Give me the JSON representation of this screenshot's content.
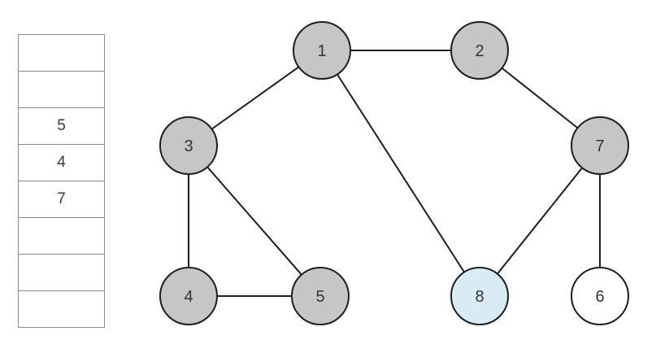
{
  "stack": {
    "cells": [
      "",
      "",
      "5",
      "4",
      "7",
      "",
      "",
      ""
    ]
  },
  "graph": {
    "nodes": [
      {
        "id": "n1",
        "label": "1",
        "state": "visited"
      },
      {
        "id": "n2",
        "label": "2",
        "state": "visited"
      },
      {
        "id": "n3",
        "label": "3",
        "state": "visited"
      },
      {
        "id": "n4",
        "label": "4",
        "state": "visited"
      },
      {
        "id": "n5",
        "label": "5",
        "state": "visited"
      },
      {
        "id": "n7",
        "label": "7",
        "state": "visited"
      },
      {
        "id": "n8",
        "label": "8",
        "state": "current"
      },
      {
        "id": "n6",
        "label": "6",
        "state": "unvisited"
      }
    ],
    "edges": [
      [
        "1",
        "2"
      ],
      [
        "1",
        "3"
      ],
      [
        "1",
        "8"
      ],
      [
        "2",
        "7"
      ],
      [
        "3",
        "4"
      ],
      [
        "3",
        "5"
      ],
      [
        "4",
        "5"
      ],
      [
        "7",
        "8"
      ],
      [
        "7",
        "6"
      ]
    ]
  },
  "colors": {
    "visited": "#c6c6c6",
    "current": "#d9ecf6",
    "unvisited": "#ffffff",
    "stroke": "#1e1e1e"
  }
}
